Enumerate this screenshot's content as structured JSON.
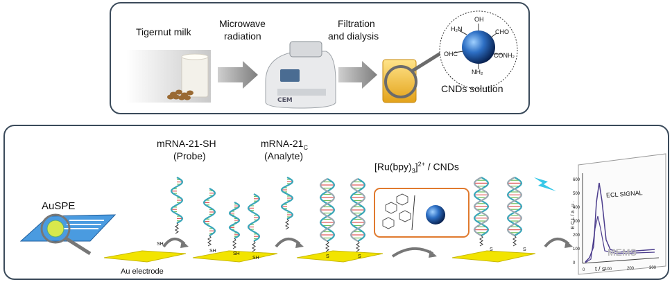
{
  "top": {
    "step1": "Tigernut milk",
    "step2_line1": "Microwave",
    "step2_line2": "radiation",
    "step3_line1": "Filtration",
    "step3_line2": "and dialysis",
    "result": "CNDs solution",
    "microwave_brand": "CEM",
    "molecule": {
      "oh": "OH",
      "h2n": "H₂N",
      "cho_r": "CHO",
      "ohc": "OHC",
      "conh2": "CONH₂",
      "nh2": "NH₂"
    }
  },
  "bottom": {
    "electrode": "AuSPE",
    "au_electrode": "Au electrode",
    "probe_line1": "mRNA-21-SH",
    "probe_line2": "(Probe)",
    "analyte_line1": "mRNA-21",
    "analyte_sub": "C",
    "analyte_line2": "(Analyte)",
    "reagent_pre": "[Ru(bpy)",
    "reagent_sub": "3",
    "reagent_sup": "]",
    "reagent_charge": "2+",
    "reagent_post": " / CNDs",
    "sh": "SH",
    "s": "S",
    "ecl_title": "ECL SIGNAL",
    "ecl_ylabel": "E C L  /  a . u .",
    "ecl_xlabel": "t / s",
    "ecl_yticks": [
      "600",
      "500",
      "400",
      "300",
      "200",
      "100",
      "0"
    ],
    "ecl_xticks": [
      "0",
      "100",
      "200",
      "300"
    ],
    "watermark": "MEMS"
  },
  "colors": {
    "border": "#3a4a5a",
    "strand_teal": "#3aa6b9",
    "strand_gray": "#9aa9b2",
    "electrode": "#f2e400",
    "cnd_blue": "#1b4f9a",
    "box_orange": "#e07a2e"
  }
}
